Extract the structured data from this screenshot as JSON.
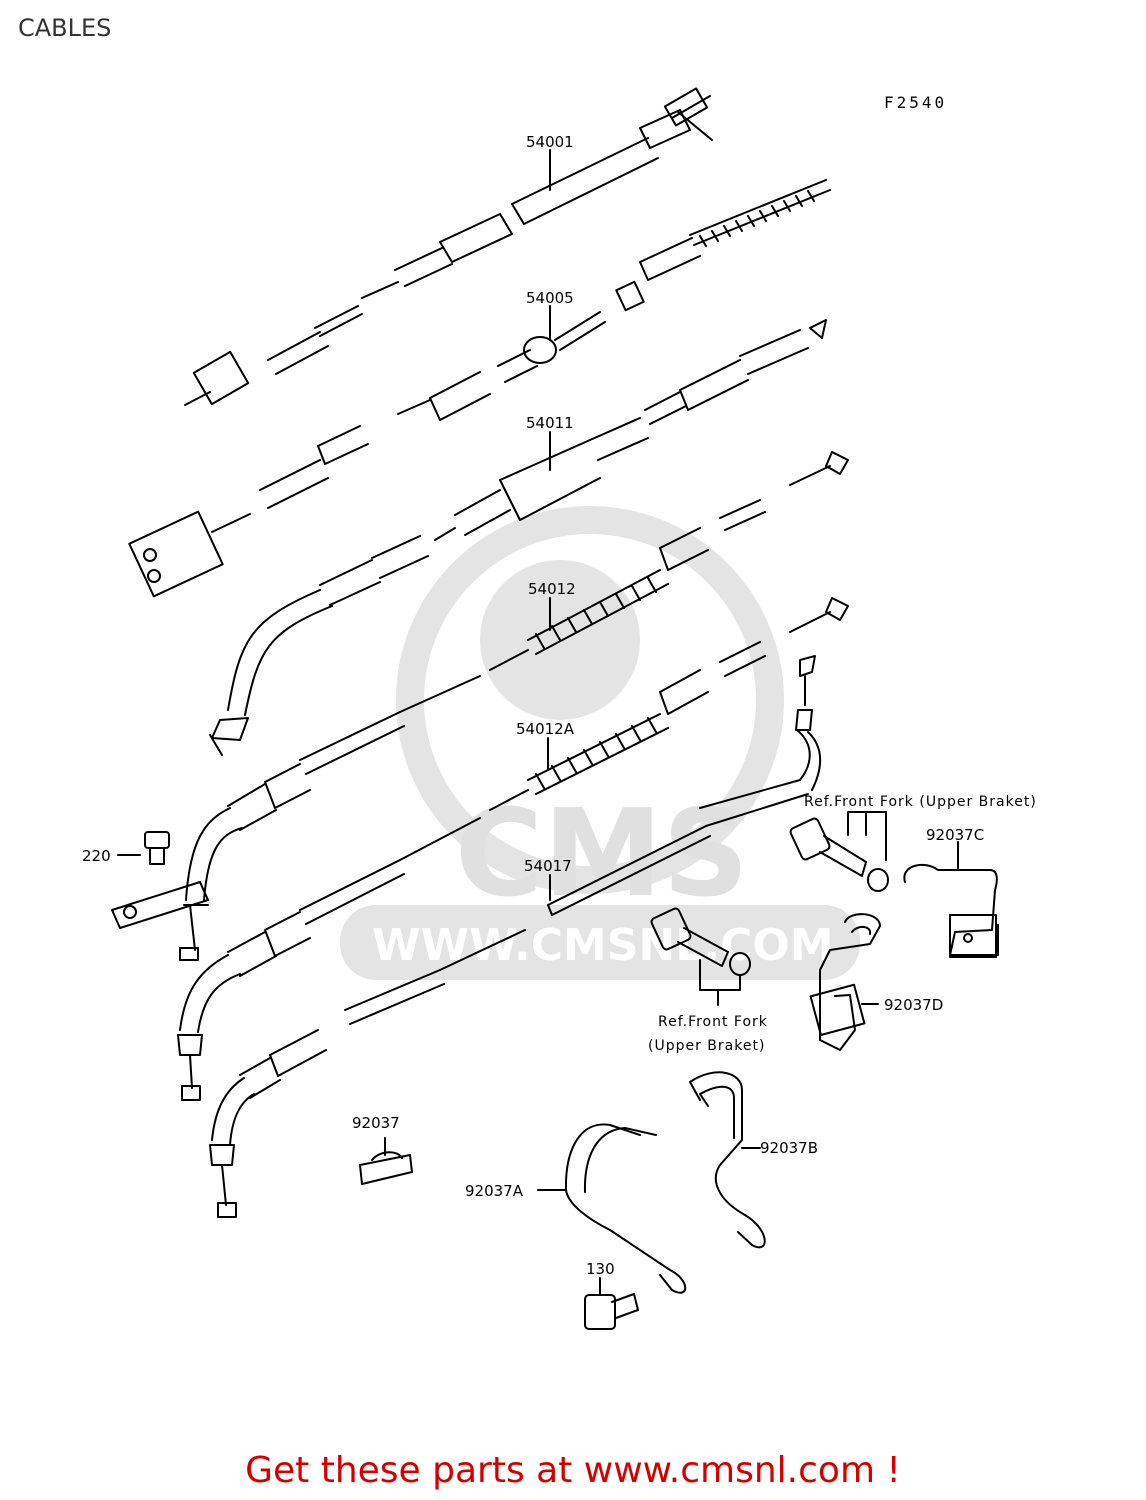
{
  "page": {
    "title": "CABLES",
    "figure_code": "F2540"
  },
  "watermark": {
    "logo_text": "CMS",
    "site_text": "WWW.CMSNL.COM"
  },
  "parts": [
    {
      "id": "54001",
      "label": "54001"
    },
    {
      "id": "54005",
      "label": "54005"
    },
    {
      "id": "54011",
      "label": "54011"
    },
    {
      "id": "54012",
      "label": "54012"
    },
    {
      "id": "54012A",
      "label": "54012A"
    },
    {
      "id": "54017",
      "label": "54017"
    },
    {
      "id": "220",
      "label": "220"
    },
    {
      "id": "92037",
      "label": "92037"
    },
    {
      "id": "92037A",
      "label": "92037A"
    },
    {
      "id": "92037B",
      "label": "92037B"
    },
    {
      "id": "92037C",
      "label": "92037C"
    },
    {
      "id": "92037D",
      "label": "92037D"
    },
    {
      "id": "130",
      "label": "130"
    }
  ],
  "references": [
    {
      "line1": "Ref.Front Fork (Upper Braket)"
    },
    {
      "line1": "Ref.Front Fork",
      "line2": "(Upper Braket)"
    }
  ],
  "footer": {
    "text": "Get these parts at www.cmsnl.com !",
    "color": "#d40000"
  },
  "colors": {
    "line": "#000000",
    "watermark": "#e4e4e4",
    "title": "#333333"
  }
}
